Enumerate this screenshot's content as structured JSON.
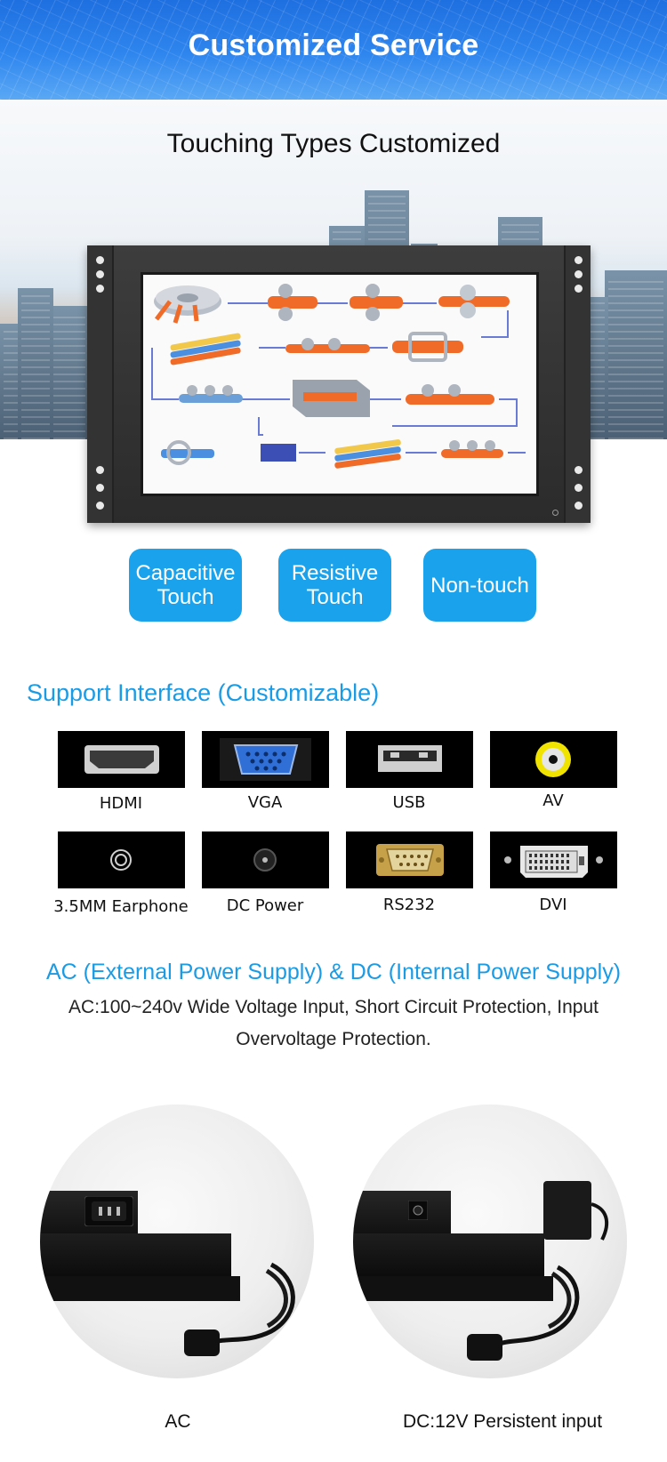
{
  "banner": {
    "title": "Customized Service"
  },
  "hero": {
    "subtitle": "Touching Types Customized"
  },
  "touch_types": [
    {
      "label": "Capacitive Touch"
    },
    {
      "label": "Resistive Touch"
    },
    {
      "label": "Non-touch"
    }
  ],
  "interfaces": {
    "title": "Support Interface (Customizable)",
    "items": [
      {
        "label": "HDMI",
        "icon": "hdmi-port-icon"
      },
      {
        "label": "VGA",
        "icon": "vga-port-icon"
      },
      {
        "label": "USB",
        "icon": "usb-port-icon"
      },
      {
        "label": "AV",
        "icon": "av-port-icon"
      },
      {
        "label": "3.5MM Earphone",
        "icon": "earphone-jack-icon"
      },
      {
        "label": "DC Power",
        "icon": "dc-power-jack-icon"
      },
      {
        "label": "RS232",
        "icon": "rs232-port-icon"
      },
      {
        "label": "DVI",
        "icon": "dvi-port-icon"
      }
    ]
  },
  "power": {
    "title": "AC (External Power Supply) & DC (Internal Power Supply)",
    "description": "AC:100~240v Wide Voltage Input, Short Circuit Protection, Input Overvoltage Protection.",
    "ac_label": "AC",
    "dc_label": "DC:12V Persistent input"
  },
  "colors": {
    "accent": "#1aa3ec",
    "banner": "#2f86ee",
    "title_blue": "#1a9be6"
  }
}
